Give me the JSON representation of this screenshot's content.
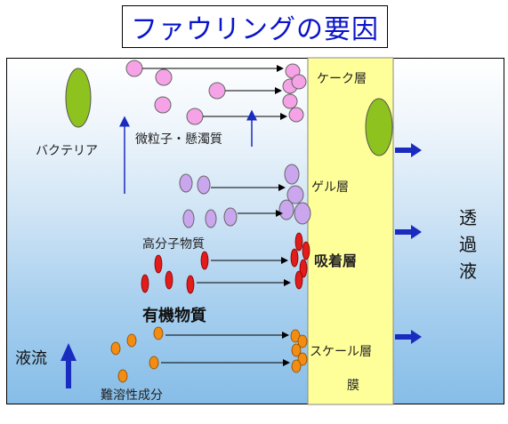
{
  "title": "ファウリングの要因",
  "labels": {
    "bacteria": "バクテリア",
    "fine_particles": "微粒子・懸濁質",
    "cake_layer": "ケーク層",
    "gel_layer": "ゲル層",
    "polymer": "高分子物質",
    "adsorption_layer": "吸着層",
    "organic": "有機物質",
    "liquid_flow": "液流",
    "scale_layer": "スケール層",
    "membrane": "膜",
    "poorly_soluble": "難溶性成分",
    "permeate": [
      "透",
      "過",
      "液"
    ]
  },
  "colors": {
    "particle": "#f5a3e6",
    "polymer": "#c9a6ee",
    "organic": "#e21b1b",
    "scale": "#f28c12",
    "bacteria": "#8ec21f",
    "membrane": "#ffff99",
    "arrow": "#1a2bbf"
  }
}
